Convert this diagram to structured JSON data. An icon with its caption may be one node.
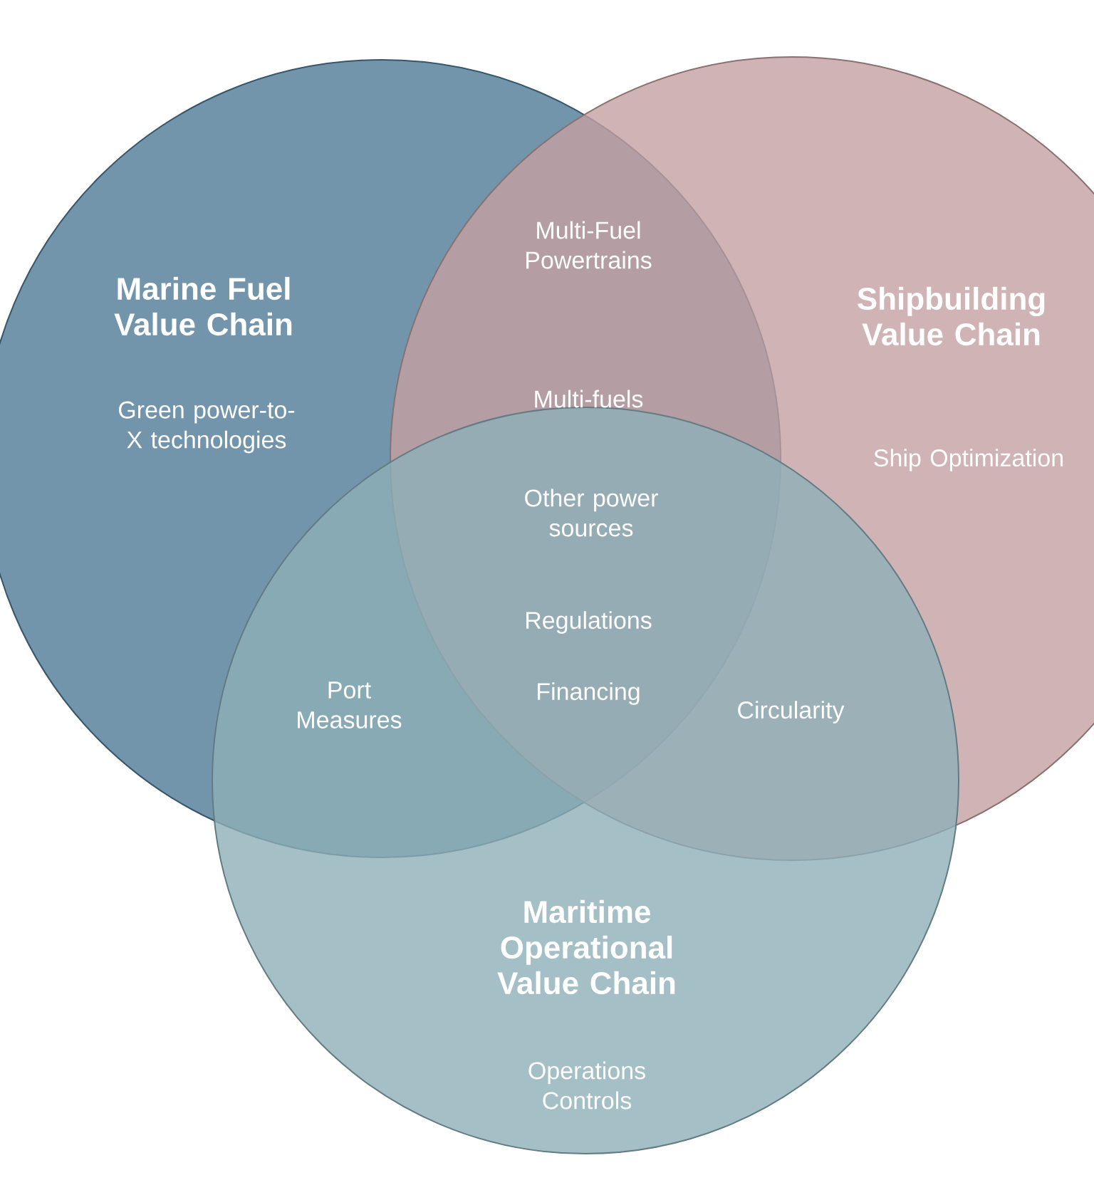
{
  "diagram": {
    "nodes": [
      {
        "text": [
          "Marine Fuel Value Chain",
          "Green power-to-X technologies"
        ]
      },
      {
        "text": [
          "Shipbuilding Value Chain",
          "Ship Optimization"
        ]
      },
      {
        "text": [
          "Maritime Operational Value Chain",
          "Operations Controls"
        ]
      }
    ],
    "labels": [
      "Multi-Fuel Powertrains",
      "Multi-fuels",
      "Other power sources",
      "Regulations",
      "Port Measures",
      "Financing",
      "Circularity"
    ]
  }
}
